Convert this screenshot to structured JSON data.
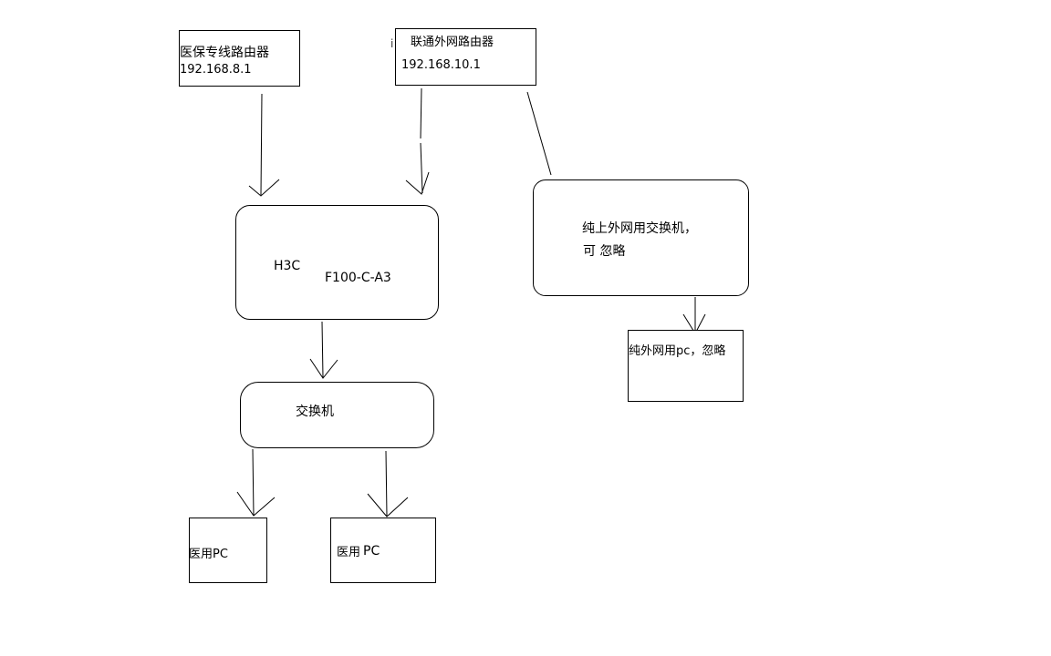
{
  "nodes": {
    "medical_router": {
      "name": "医保专线路由器",
      "ip": "192.168.8.1"
    },
    "internet_router": {
      "stray_char": "i",
      "name": "联通外网路由器",
      "ip": "192.168.10.1"
    },
    "firewall": {
      "line1": "H3C",
      "line2": "F100-C-A3"
    },
    "switch": {
      "label": "交换机"
    },
    "pc1": {
      "label": "医用PC"
    },
    "pc2": {
      "label_a": "医用",
      "label_b": "PC"
    },
    "external_switch": {
      "line1": "纯上外网用交换机，",
      "line2": "可 忽略"
    },
    "external_pc": {
      "label": "纯外网用pc，忽略"
    }
  }
}
